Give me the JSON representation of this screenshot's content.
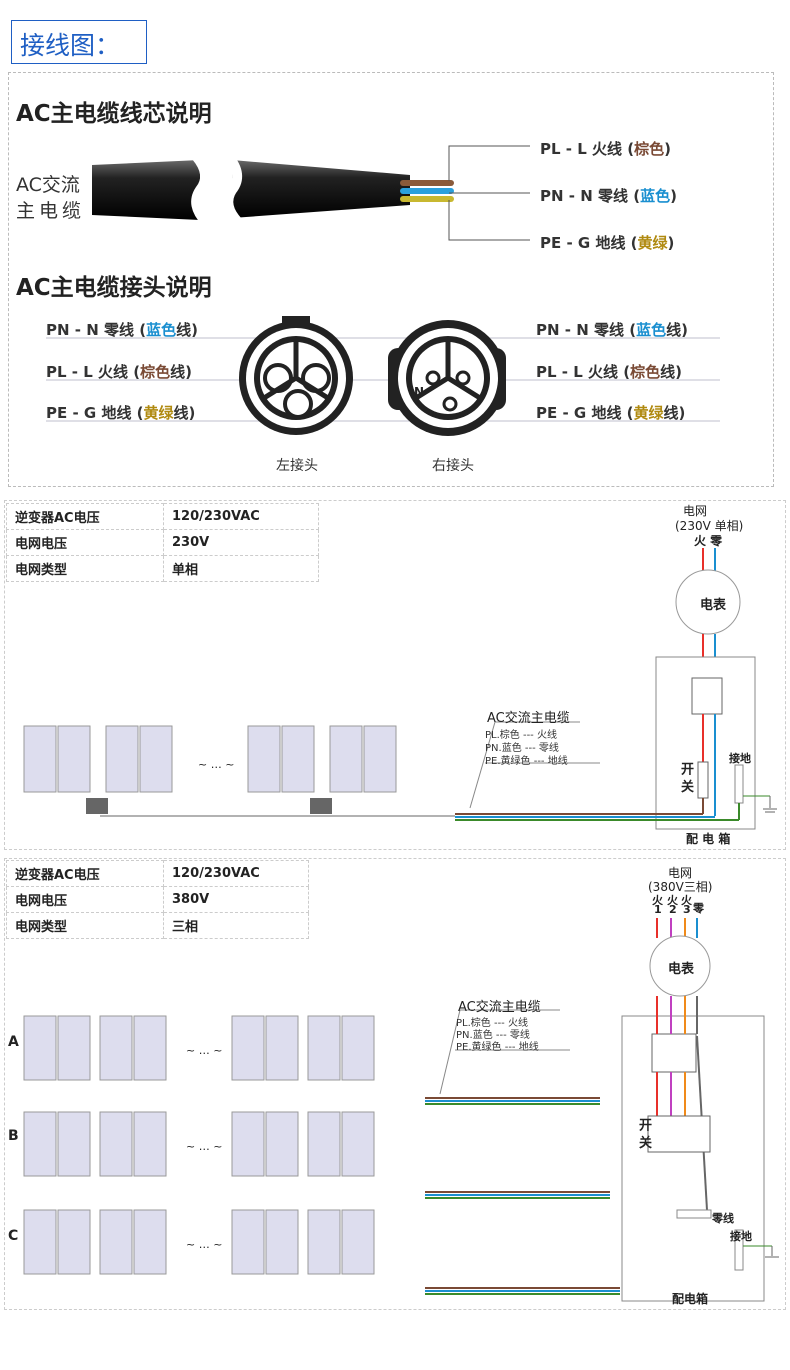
{
  "header": {
    "title": "接线图："
  },
  "cable_section": {
    "title": "AC主电缆线芯说明",
    "cable_label_line1": "AC交流",
    "cable_label_line2": "主电缆",
    "wires": [
      {
        "prefix": "PL - L 火线 (",
        "color_text": "棕色",
        "suffix": ")",
        "color": "#7a4a35"
      },
      {
        "prefix": "PN - N 零线 (",
        "color_text": "蓝色",
        "suffix": ")",
        "color": "#1a8fd0"
      },
      {
        "prefix": "PE - G 地线 (",
        "color_text": "黄绿",
        "suffix": ")",
        "color": "#b08a10"
      }
    ]
  },
  "connector_section": {
    "title": "AC主电缆接头说明",
    "left_items": [
      {
        "prefix": "PN - N 零线 (",
        "color_text": "蓝色",
        "suffix": "线)"
      },
      {
        "prefix": "PL - L 火线 (",
        "color_text": "棕色",
        "suffix": "线)"
      },
      {
        "prefix": "PE - G 地线 (",
        "color_text": "黄绿",
        "suffix": "线)"
      }
    ],
    "right_items": [
      {
        "prefix": "PN - N 零线 (",
        "color_text": "蓝色",
        "suffix": "线)"
      },
      {
        "prefix": "PL - L 火线 (",
        "color_text": "棕色",
        "suffix": "线)"
      },
      {
        "prefix": "PE - G 地线 (",
        "color_text": "黄绿",
        "suffix": "线)"
      }
    ],
    "left_caption": "左接头",
    "right_caption": "右接头"
  },
  "single_phase": {
    "table": [
      {
        "k": "逆变器AC电压",
        "v": "120/230VAC"
      },
      {
        "k": "电网电压",
        "v": "230V"
      },
      {
        "k": "电网类型",
        "v": "单相"
      }
    ],
    "grid_title": "电网",
    "grid_sub": "(230V 单相)",
    "fire_zero": "火 零",
    "meter": "电表",
    "cable_title": "AC交流主电缆",
    "legend": [
      "PL.棕色 --- 火线",
      "PN.蓝色 --- 零线",
      "PE.黄绿色 --- 地线"
    ],
    "switch_label": "开 关",
    "ground_label": "接地",
    "box_label": "配 电 箱",
    "dots": "~ … ~"
  },
  "three_phase": {
    "table": [
      {
        "k": "逆变器AC电压",
        "v": "120/230VAC"
      },
      {
        "k": "电网电压",
        "v": "380V"
      },
      {
        "k": "电网类型",
        "v": "三相"
      }
    ],
    "grid_title": "电网",
    "grid_sub": "(380V三相)",
    "phase_labels": [
      "火",
      "火",
      "火"
    ],
    "phase_nums": [
      "1",
      "2",
      "3"
    ],
    "zero": "零",
    "meter": "电表",
    "cable_title": "AC交流主电缆",
    "legend": [
      "PL.棕色 --- 火线",
      "PN.蓝色 --- 零线",
      "PE.黄绿色 --- 地线"
    ],
    "rows": [
      "A",
      "B",
      "C"
    ],
    "switch_label": "开 关",
    "neutral_label": "零线",
    "ground_label": "接地",
    "box_label": "配电箱",
    "dots": "~ … ~"
  },
  "colors": {
    "brown": "#7a4a35",
    "blue": "#1a8fd0",
    "green": "#3a8a2a",
    "yellow": "#d8b800",
    "red": "#e8302a",
    "orange": "#f08a1a",
    "magenta": "#c040c0"
  }
}
